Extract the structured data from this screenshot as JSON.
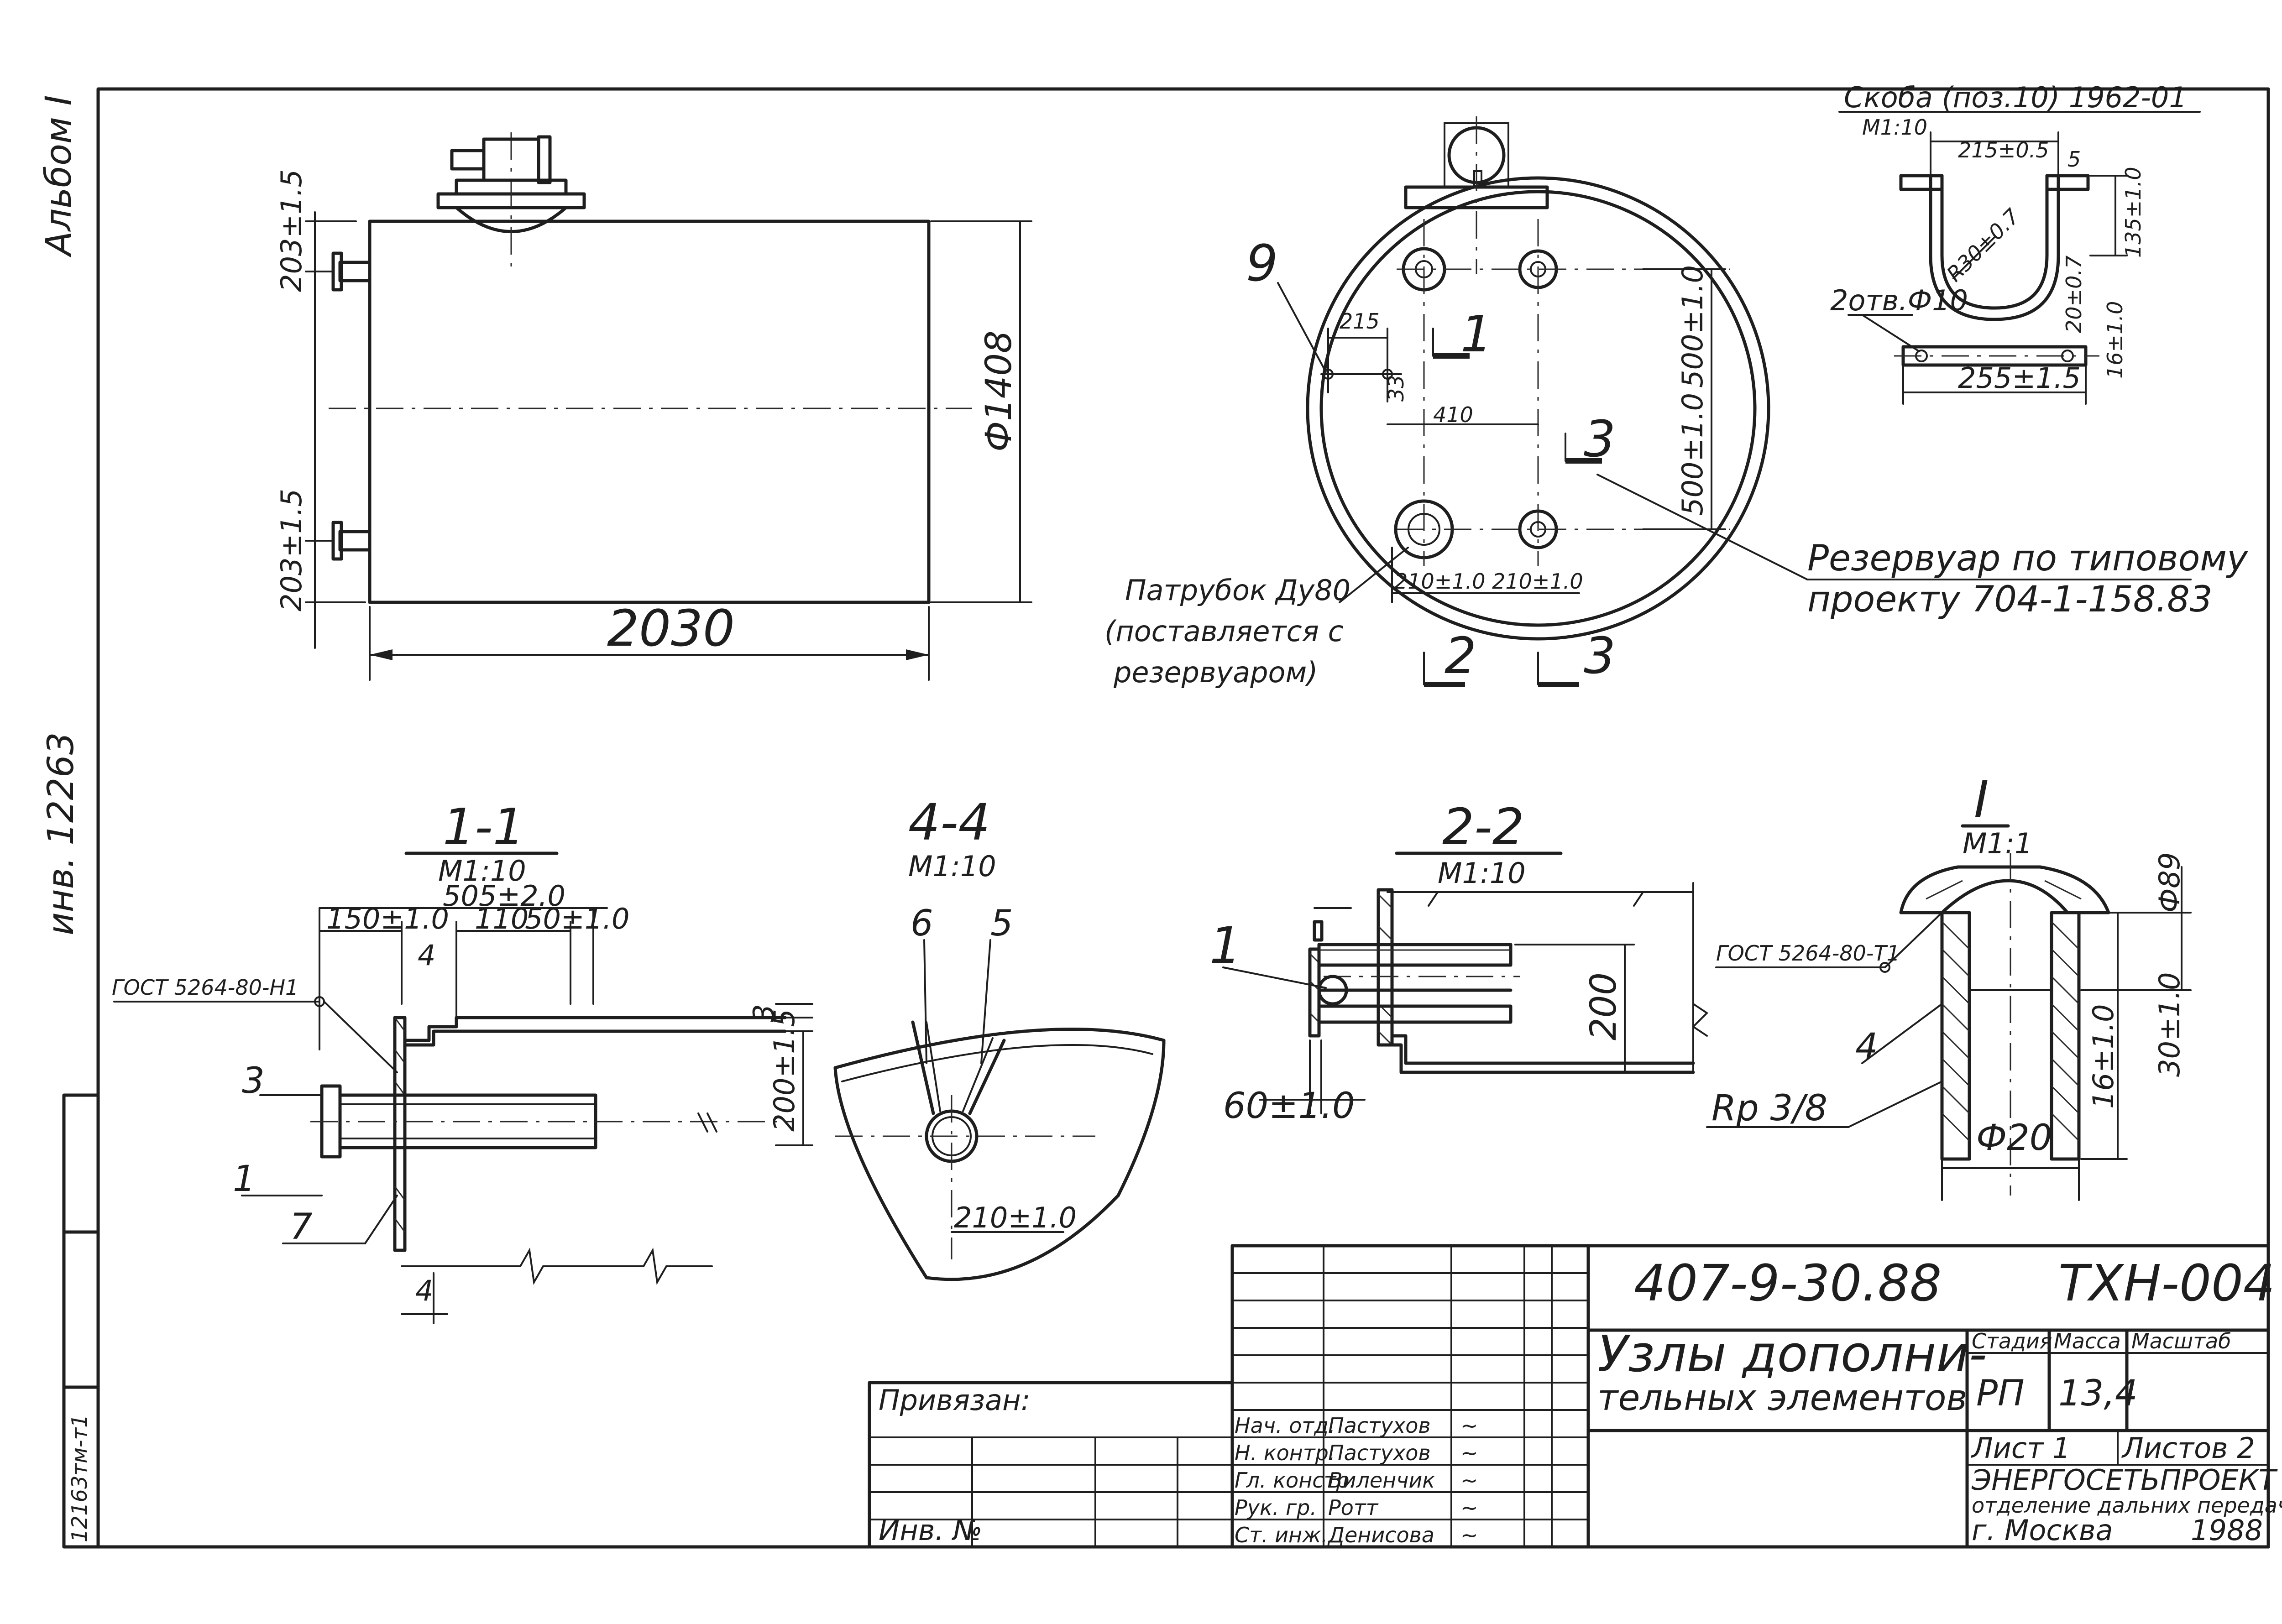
{
  "margin_notes": {
    "album": "Альбом I",
    "inv": "инв. 12263",
    "stamp_left": "12163тм-т1"
  },
  "tank_view": {
    "dim_top": "203±1.5",
    "dim_bottom": "203±1.5",
    "dim_diameter": "Ф1408",
    "dim_length": "2030"
  },
  "end_view": {
    "callout_9": "9",
    "dim_215": "215",
    "dim_410": "410",
    "dim_33": "33",
    "dim_500_top": "500±1.0",
    "dim_500_bottom": "500±1.0",
    "dim_210": "210±1.0  210±1.0",
    "cut_1": "1",
    "cut_2": "2",
    "cut_3": "3",
    "note_nozzle_1": "Патрубок Ду80",
    "note_nozzle_2": "(поставляется с",
    "note_nozzle_3": "резервуаром)",
    "note_tank_1": "Резервуар по типовому",
    "note_tank_2": "проекту 704-1-158.83"
  },
  "bracket_view": {
    "title": "Скоба (поз.10) 1962-01",
    "scale": "М1:10",
    "dim_215": "215±0.5",
    "dim_5": "5",
    "dim_135": "135±1.0",
    "dim_r": "R30±0.7",
    "holes": "2отв.Ф10",
    "dim_255": "255±1.5",
    "dim_20": "20±0.7",
    "dim_16": "16±1.0"
  },
  "section_1_1": {
    "title": "1-1",
    "scale": "М1:10",
    "dim_505": "505±2.0",
    "dim_150": "150±1.0",
    "dim_110": "110",
    "dim_50": "50±1.0",
    "dim_4": "4",
    "dim_3": "3",
    "dim_200": "200±1.5",
    "gost": "ГОСТ 5264-80-Н1",
    "callout_3": "3",
    "callout_1": "1",
    "callout_7": "7",
    "dim_4b": "4"
  },
  "section_4_4": {
    "title": "4-4",
    "scale": "М1:10",
    "callout_6": "6",
    "callout_5": "5",
    "dim_210": "210±1.0"
  },
  "section_2_2": {
    "title": "2-2",
    "scale": "М1:10",
    "callout_1": "1",
    "dim_200": "200",
    "dim_60": "60±1.0"
  },
  "detail_I": {
    "title": "I",
    "scale": "М1:1",
    "gost": "ГОСТ 5264-80-Т1",
    "dim_89": "Ф89",
    "dim_30": "30±1.0",
    "dim_16": "16±1.0",
    "callout_4": "4",
    "thread": "Rр 3/8",
    "dim_20": "Ф20"
  },
  "title_block": {
    "project_code": "407-9-30.88",
    "sheet_code": "ТХН-004",
    "drawing_title_1": "Узлы дополни-",
    "drawing_title_2": "тельных элементов",
    "header_stage": "Стадия",
    "header_mass": "Масса",
    "header_scale": "Масштаб",
    "stage": "РП",
    "mass": "13,4",
    "sheet": "Лист 1",
    "sheets": "Листов 2",
    "org_1": "ЭНЕРГОСЕТЬПРОЕКТ",
    "org_2": "отделение дальних передач",
    "org_3": "г. Москва",
    "year": "1988",
    "bound_label": "Привязан:",
    "inv_label": "Инв. №",
    "roles": [
      {
        "role": "Нач. отд.",
        "name": "Пастухов",
        "sign": "~"
      },
      {
        "role": "Н. контр.",
        "name": "Пастухов",
        "sign": "~"
      },
      {
        "role": "Гл. констр.",
        "name": "Виленчик",
        "sign": "~"
      },
      {
        "role": "Рук. гр.",
        "name": "Ротт",
        "sign": "~"
      },
      {
        "role": "Ст. инж.",
        "name": "Денисова",
        "sign": "~"
      }
    ]
  }
}
